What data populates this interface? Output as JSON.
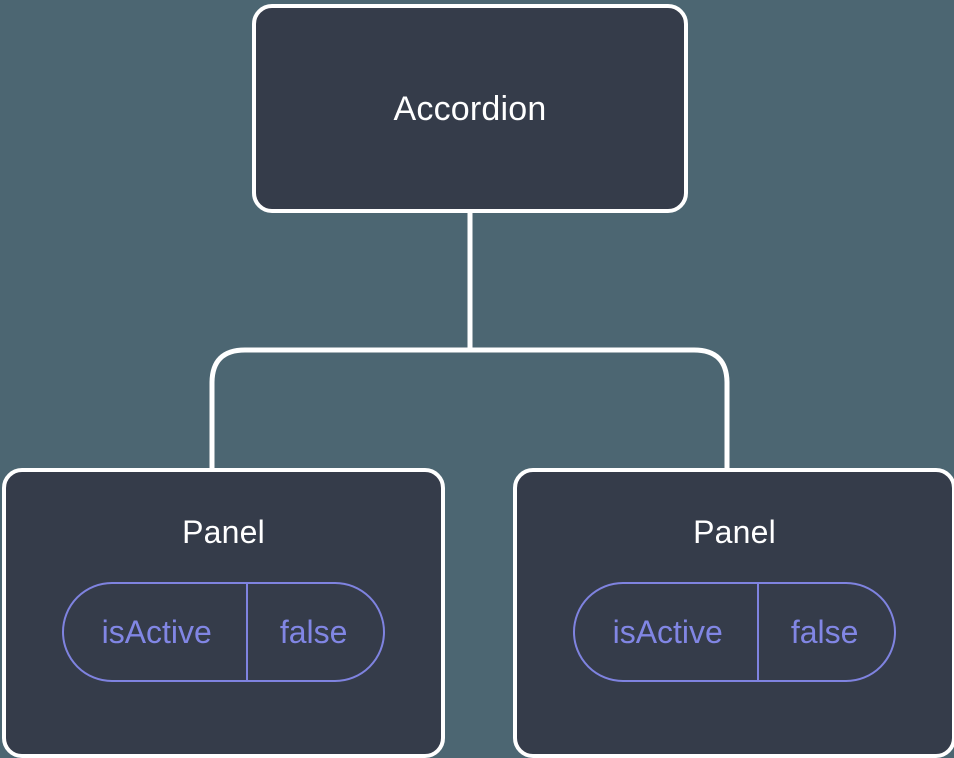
{
  "diagram": {
    "type": "component-tree",
    "background_color": "#4c6672",
    "node_fill_color": "#353c4a",
    "node_border_color": "#ffffff",
    "edge_color": "#ffffff",
    "accent_color": "#8186e4",
    "title_text_color": "#ffffff",
    "root": {
      "label": "Accordion"
    },
    "children": [
      {
        "label": "Panel",
        "props": [
          {
            "key": "isActive",
            "value": "false"
          }
        ]
      },
      {
        "label": "Panel",
        "props": [
          {
            "key": "isActive",
            "value": "false"
          }
        ]
      }
    ],
    "edges": [
      {
        "from": "Accordion",
        "to": "Panel",
        "style": "orthogonal-rounded"
      },
      {
        "from": "Accordion",
        "to": "Panel",
        "style": "orthogonal-rounded"
      }
    ]
  }
}
